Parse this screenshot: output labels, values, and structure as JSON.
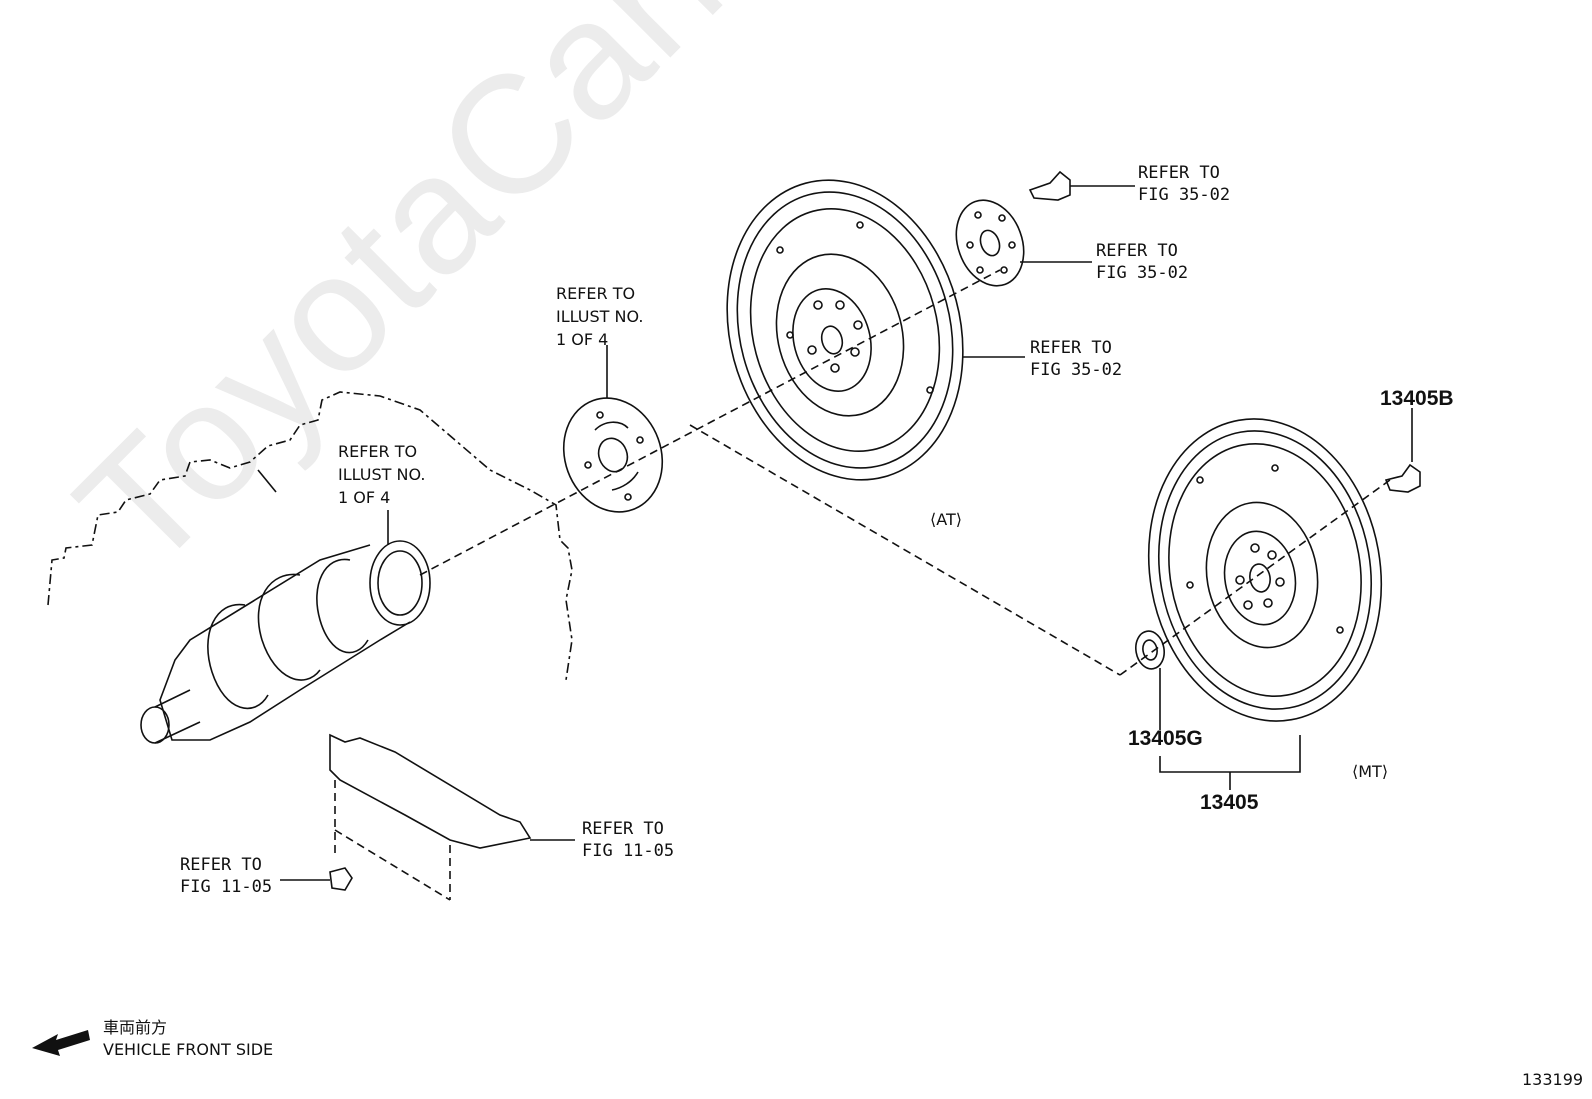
{
  "watermark": "ToyotaCarMine.ru",
  "labels": {
    "refer_illust_upper": [
      "REFER TO",
      "ILLUST NO.",
      "1 OF 4"
    ],
    "refer_illust_lower": [
      "REFER TO",
      "ILLUST NO.",
      "1 OF 4"
    ],
    "refer_fig_bolt": [
      "REFER TO",
      "FIG 35-02"
    ],
    "refer_fig_plate": [
      "REFER TO",
      "FIG 35-02"
    ],
    "refer_fig_flywheel_at": [
      "REFER TO",
      "FIG 35-02"
    ],
    "refer_fig_cover": [
      "REFER TO",
      "FIG 11-05"
    ],
    "refer_fig_clip": [
      "REFER TO",
      "FIG 11-05"
    ],
    "at_tag": "⟨AT⟩",
    "mt_tag": "⟨MT⟩",
    "part_13405B": "13405B",
    "part_13405G": "13405G",
    "part_13405": "13405",
    "front_jp": "車両前方",
    "front_en": "VEHICLE FRONT SIDE",
    "figure_number": "133199"
  }
}
